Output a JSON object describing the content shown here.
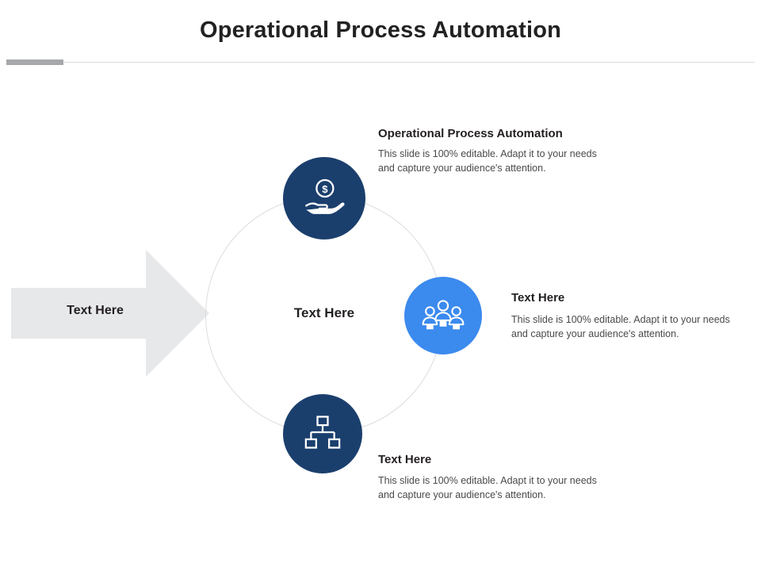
{
  "slide": {
    "title": "Operational Process Automation"
  },
  "arrow": {
    "label": "Text Here"
  },
  "center": {
    "label": "Text Here"
  },
  "blocks": [
    {
      "heading": "Operational Process Automation",
      "body": "This slide is 100% editable. Adapt it to your needs and capture your audience's attention.",
      "icon": "hand-holding-money-icon",
      "color": "#1b3f6d"
    },
    {
      "heading": "Text Here",
      "body": "This slide is 100% editable. Adapt it to your needs and capture your audience's attention.",
      "icon": "team-people-icon",
      "color": "#3b8aee"
    },
    {
      "heading": "Text Here",
      "body": "This slide is 100% editable. Adapt it to your needs and capture your audience's attention.",
      "icon": "org-chart-icon",
      "color": "#1b3f6d"
    }
  ],
  "colors": {
    "dark_blue": "#1b3f6d",
    "light_blue": "#3b8aee",
    "arrow_gray": "#e7e8ea",
    "accent_gray": "#a6a8ab"
  }
}
